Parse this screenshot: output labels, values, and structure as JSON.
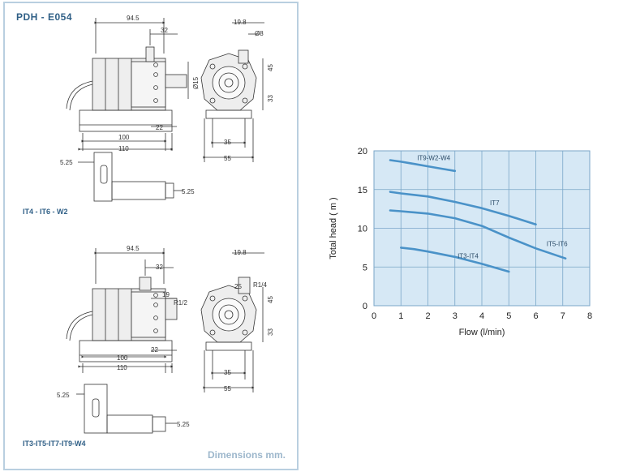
{
  "left": {
    "title": "PDH - E054",
    "variant_top": "IT4 - IT6 - W2",
    "variant_bottom": "IT3-IT5-IT7-IT9-W4",
    "footer": "Dimensions mm.",
    "dims_top": {
      "d945": "94.5",
      "d32": "32",
      "d198": "19.8",
      "o8": "Ø8",
      "o15": "Ø15",
      "d45": "45",
      "d33": "33",
      "d22": "22",
      "d100": "100",
      "d110": "110",
      "d35": "35",
      "d55": "55",
      "d525a": "5.25",
      "d525b": "5.25"
    },
    "dims_bottom": {
      "d945": "94.5",
      "d32": "32",
      "d198": "19.8",
      "d19": "19",
      "r12": "R1/2",
      "r14": "R1/4",
      "d45": "45",
      "d33": "33",
      "d22": "22",
      "d100": "100",
      "d110": "110",
      "d35": "35",
      "d55": "55",
      "d25": "25",
      "d525a": "5.25",
      "d525b": "5.25"
    }
  },
  "chart_data": {
    "type": "line",
    "xlabel": "Flow (l/min)",
    "ylabel": "Total head ( m )",
    "xlim": [
      0,
      8
    ],
    "ylim": [
      0,
      20
    ],
    "xticks": [
      0,
      1,
      2,
      3,
      4,
      5,
      6,
      7,
      8
    ],
    "yticks": [
      0,
      5,
      10,
      15,
      20
    ],
    "grid": true,
    "background": "#d6e8f5",
    "line_color": "#4a92c8",
    "series": [
      {
        "name": "IT9-W2-W4",
        "x": [
          0.6,
          1,
          1.5,
          2,
          2.5,
          3
        ],
        "y": [
          18.8,
          18.6,
          18.3,
          18,
          17.7,
          17.4
        ]
      },
      {
        "name": "IT7",
        "x": [
          0.6,
          1,
          2,
          3,
          4,
          5,
          6
        ],
        "y": [
          14.7,
          14.5,
          14.1,
          13.4,
          12.6,
          11.6,
          10.5
        ]
      },
      {
        "name": "IT5-IT6",
        "x": [
          0.6,
          1,
          2,
          3,
          4,
          5,
          6,
          7.1
        ],
        "y": [
          12.3,
          12.2,
          11.9,
          11.3,
          10.3,
          8.8,
          7.4,
          6.1
        ]
      },
      {
        "name": "IT3-IT4",
        "x": [
          1,
          1.5,
          2,
          3,
          4,
          5
        ],
        "y": [
          7.5,
          7.3,
          7.0,
          6.3,
          5.4,
          4.4
        ]
      }
    ]
  }
}
